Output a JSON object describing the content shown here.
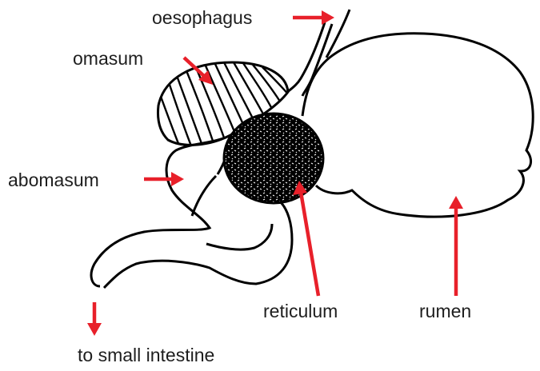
{
  "diagram": {
    "labels": {
      "oesophagus": "oesophagus",
      "omasum": "omasum",
      "abomasum": "abomasum",
      "reticulum": "reticulum",
      "rumen": "rumen",
      "small_intestine": "to small intestine"
    },
    "colors": {
      "arrow": "#e8202a",
      "outline": "#000000",
      "text": "#1e1e1e"
    }
  }
}
